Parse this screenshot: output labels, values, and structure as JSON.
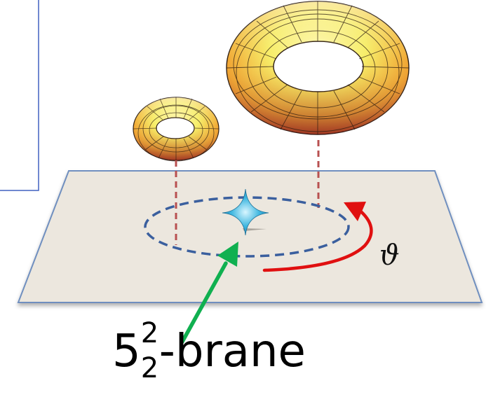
{
  "caption": {
    "base": "5",
    "superscript": "2",
    "subscript": "2",
    "suffix": "-brane"
  },
  "angle_symbol": "ϑ",
  "colors": {
    "box_border": "#4060c0",
    "plane_fill": "#ece7de",
    "plane_edge": "#6f8fbf",
    "orbit": "#3a5f9e",
    "drop_lines": "#b85050",
    "rotation_arrow": "#e01010",
    "pointer_arrow": "#10b050",
    "brane_marker": "#3fb7e0",
    "torus_light": "#f7ef6a",
    "torus_mid": "#f0a030",
    "torus_dark": "#c82820"
  }
}
